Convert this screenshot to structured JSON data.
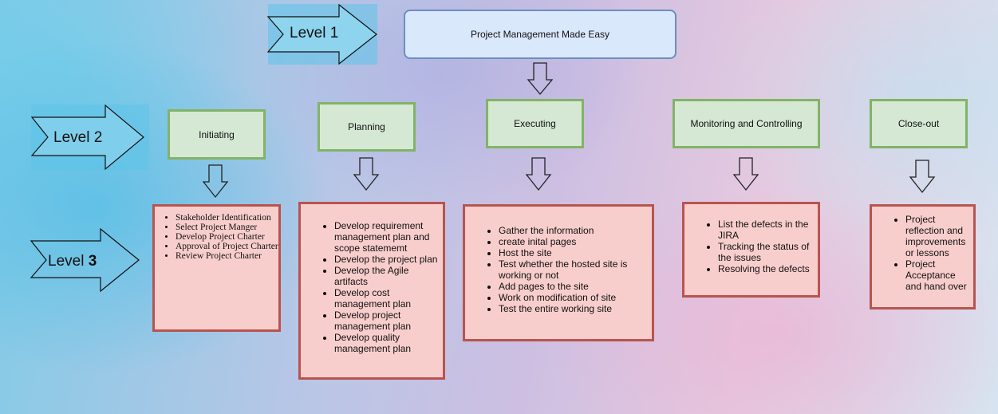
{
  "level_labels": {
    "level1_word": "Level",
    "level1_num": "1",
    "level2_word": "Level",
    "level2_num": "2",
    "level3_word": "Level",
    "level3_num": "3"
  },
  "title": "Project Management Made Easy",
  "phases": [
    {
      "label": "Initiating",
      "items": [
        "Stakeholder Identification",
        "Select Project Manger",
        "Develop Project Charter",
        "Approval of Project Charter",
        "Review Project Charter"
      ]
    },
    {
      "label": "Planning",
      "items": [
        "Develop requirement management plan and scope statememt",
        "Develop the project plan",
        "Develop the Agile artifacts",
        "Develop cost management plan",
        "Develop project management plan",
        "Develop quality management plan"
      ]
    },
    {
      "label": "Executing",
      "items": [
        "Gather the information",
        "create inital pages",
        "Host the site",
        "Test whether the hosted site is working or not",
        "Add pages to the site",
        "Work on modification of site",
        "Test the entire working site"
      ]
    },
    {
      "label": "Monitoring and Controlling",
      "items": [
        "List the defects in the JIRA",
        "Tracking the status of the issues",
        "Resolving the defects"
      ]
    },
    {
      "label": "Close-out",
      "items": [
        "Project reflection and improvements or lessons",
        "Project Acceptance and hand over"
      ]
    }
  ],
  "colors": {
    "title_fill": "#dae8fc",
    "title_border": "#6c8ebf",
    "phase_fill": "#d5e8d4",
    "phase_border": "#82b366",
    "list_fill": "#f8cecc",
    "list_border": "#b85450"
  }
}
